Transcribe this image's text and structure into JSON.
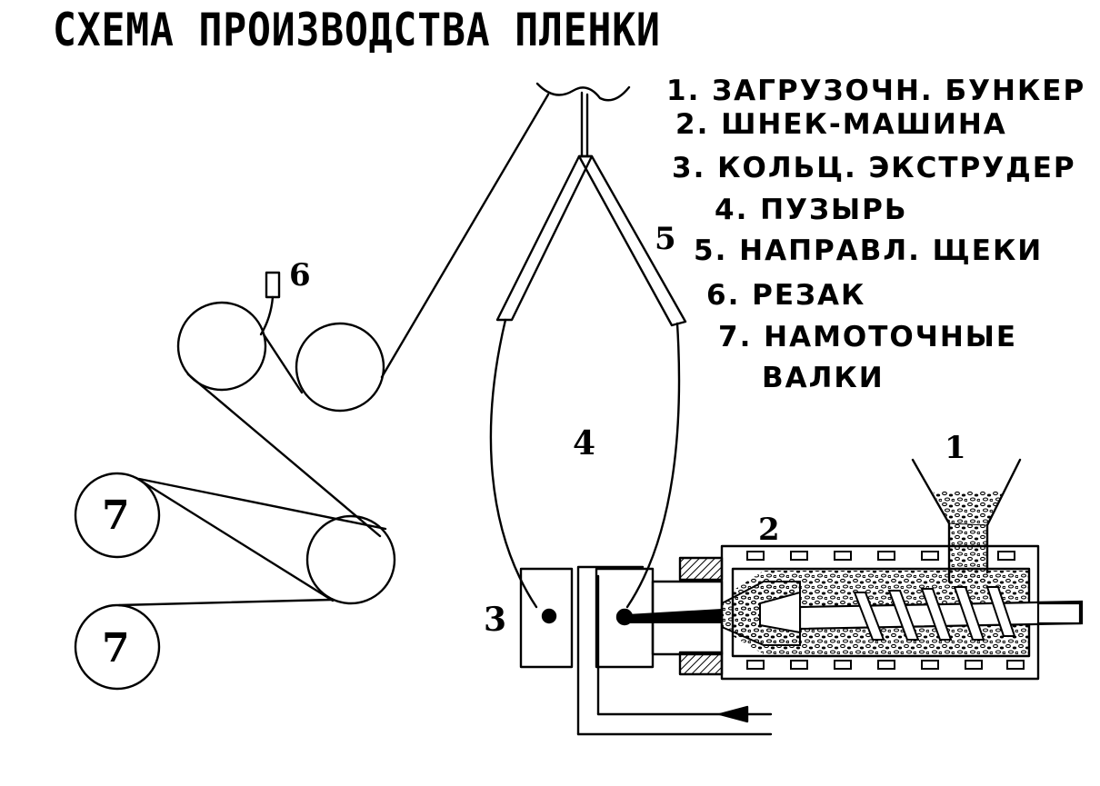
{
  "title": "СХЕМА ПРОИЗВОДСТВА ПЛЕНКИ",
  "legend": [
    {
      "text": "1. ЗАГРУЗОЧН. БУНКЕР"
    },
    {
      "text": "2. ШНЕК-МАШИНА"
    },
    {
      "text": "3. КОЛЬЦ. ЭКСТРУДЕР"
    },
    {
      "text": "4. ПУЗЫРЬ"
    },
    {
      "text": "5. НАПРАВЛ. ЩЕКИ"
    },
    {
      "text": "6. РЕЗАК"
    },
    {
      "text": "7. НАМОТОЧНЫЕ"
    },
    {
      "text": "ВАЛКИ"
    }
  ],
  "labels": {
    "hopper": "1",
    "screw_machine": "2",
    "extruder": "3",
    "bubble": "4",
    "guide_cheeks": "5",
    "cutter": "6",
    "winding_roll_top": "7",
    "winding_roll_bottom": "7"
  }
}
